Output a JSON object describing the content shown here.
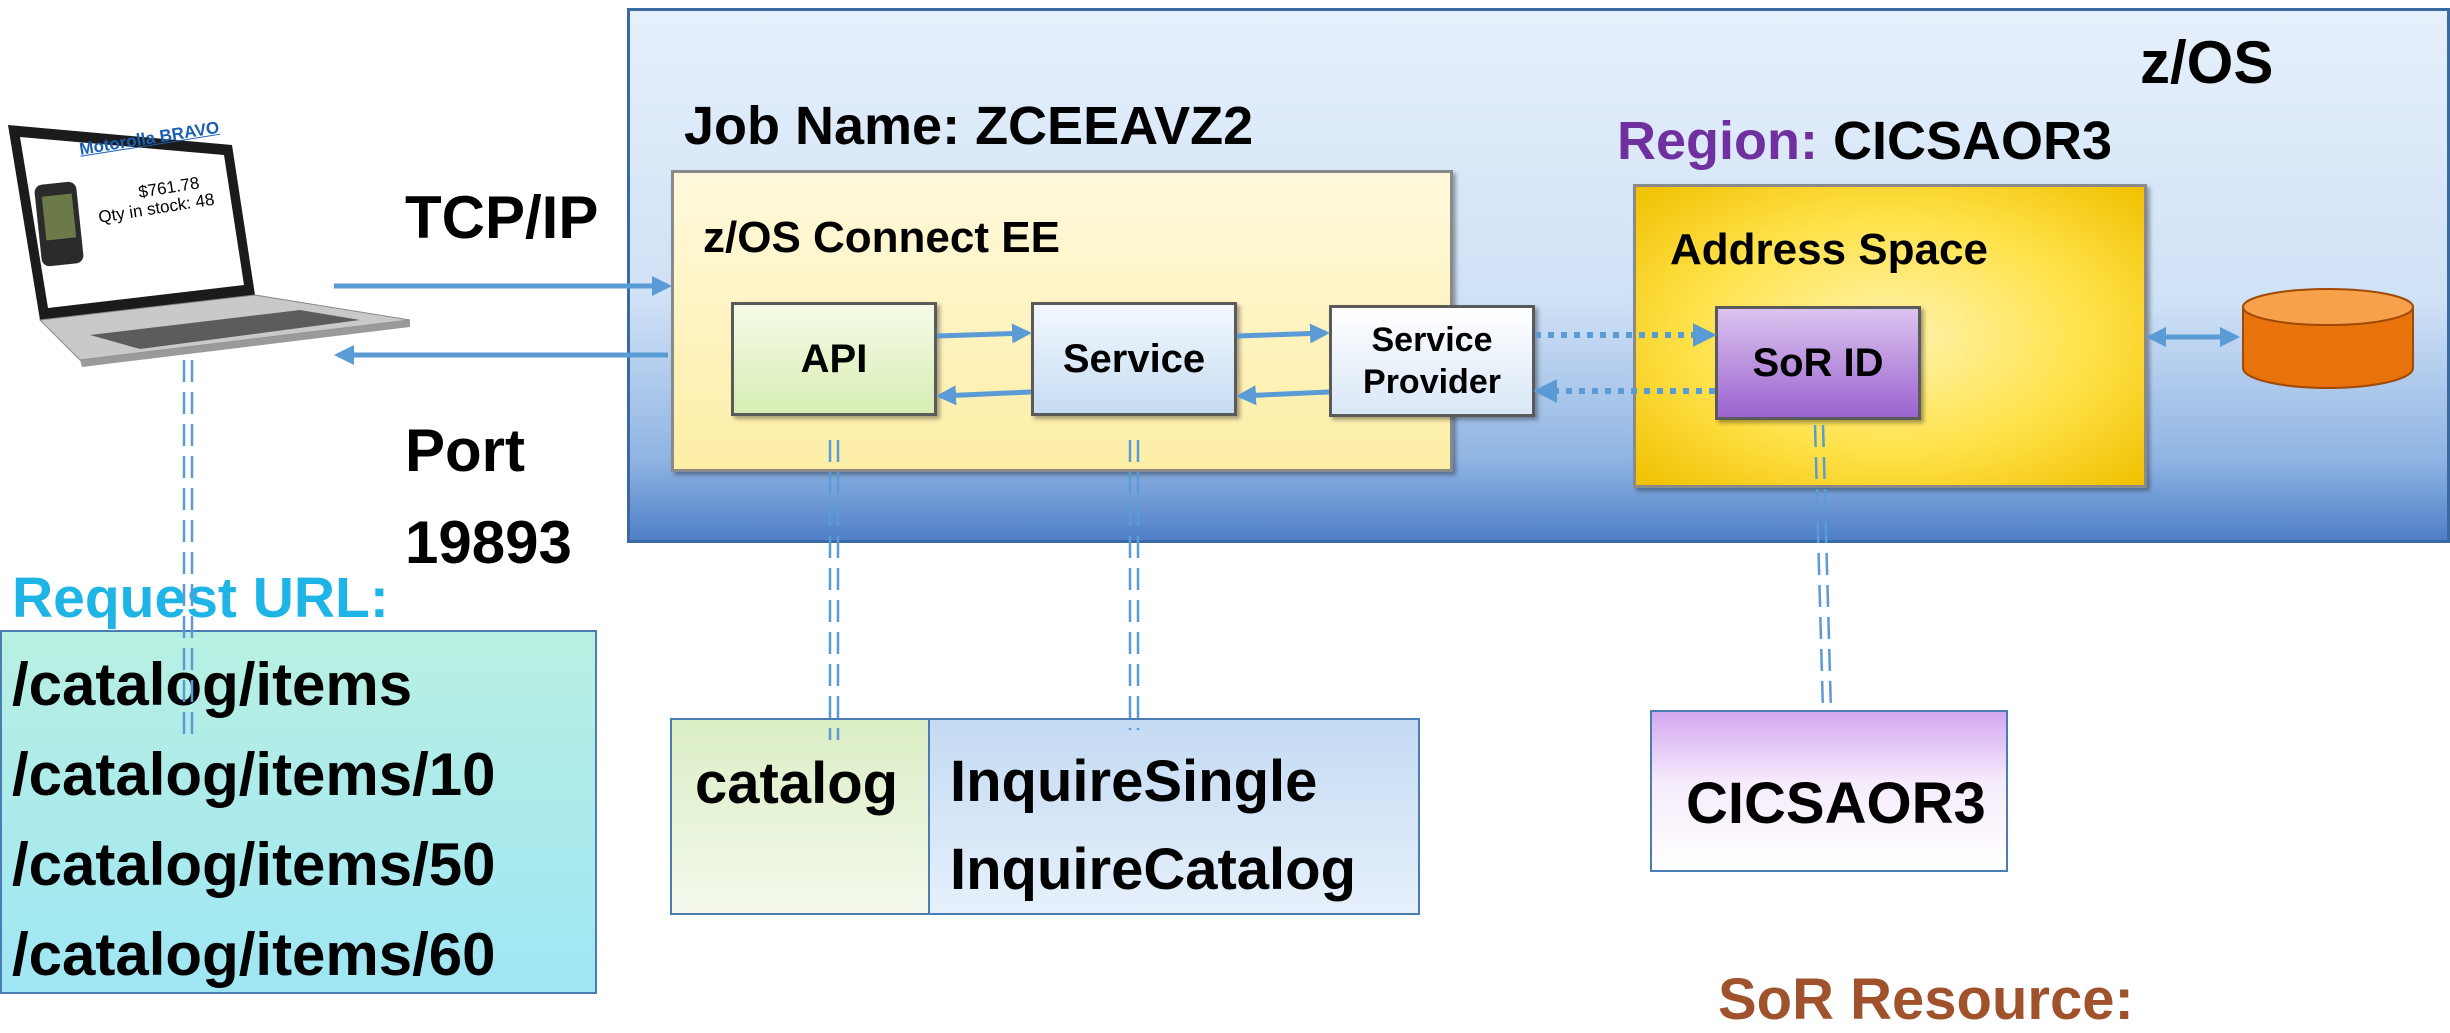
{
  "zos": {
    "label": "z/OS"
  },
  "job": {
    "label": "Job Name: ZCEEAVZ2"
  },
  "zcee": {
    "label": "z/OS Connect EE"
  },
  "components": {
    "api": "API",
    "service": "Service",
    "provider_line1": "Service",
    "provider_line2": "Provider",
    "sor": "SoR ID"
  },
  "region": {
    "prefix": "Region:",
    "name": "CICSAOR3"
  },
  "address_space": {
    "label": "Address Space"
  },
  "network": {
    "protocol": "TCP/IP",
    "port_label": "Port",
    "port_number": "19893"
  },
  "request": {
    "label": "Request URL:",
    "urls": [
      "/catalog/items",
      "/catalog/items/10",
      "/catalog/items/50",
      "/catalog/items/60"
    ]
  },
  "notes": {
    "catalog": "catalog",
    "inquire_single": "InquireSingle",
    "inquire_catalog": "InquireCatalog",
    "cics": "CICSAOR3"
  },
  "sor_resource": {
    "label": "SoR Resource:"
  },
  "laptop_screen": {
    "product": "Motorolla BRAVO",
    "price": "$761.78",
    "qty": "Qty in stock: 48"
  },
  "colors": {
    "region_prefix": "#7030a0",
    "request_label": "#1fb4e6",
    "sor_resource_label": "#a0522d",
    "arrow": "#5b9bd5",
    "database": "#e8720c"
  }
}
